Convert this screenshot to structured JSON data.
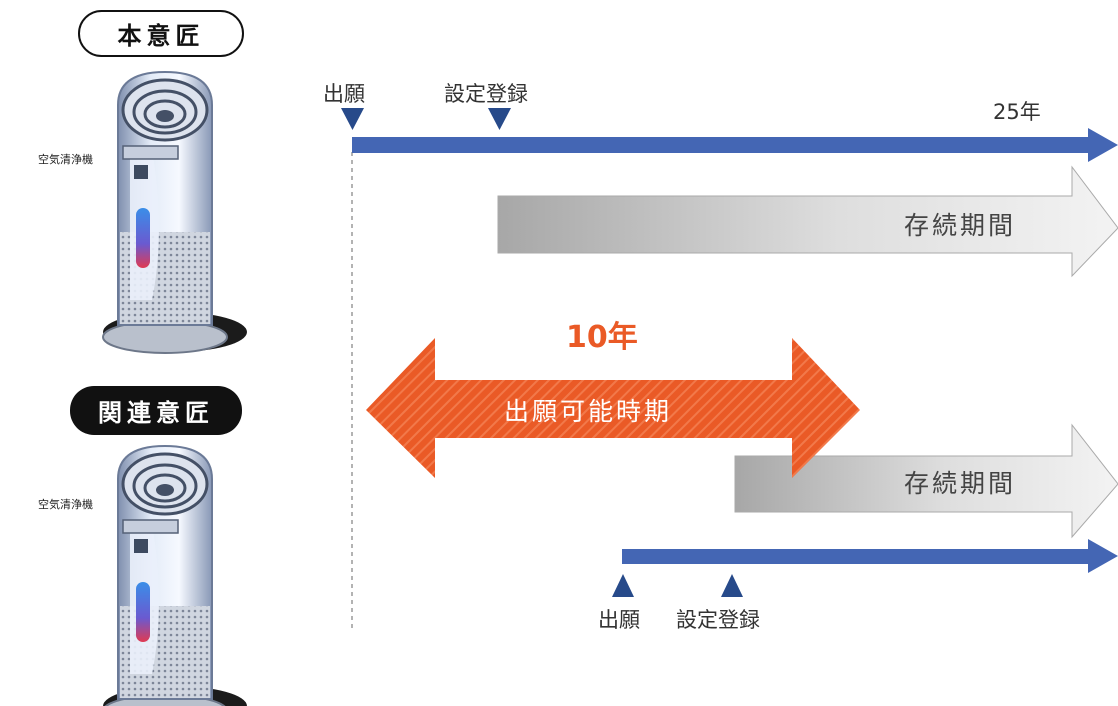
{
  "badges": {
    "main": "本意匠",
    "related": "関連意匠"
  },
  "products": {
    "main_label": "空気清浄機",
    "related_label": "空気清浄機"
  },
  "timeline_main": {
    "filing": "出願",
    "registration": "設定登録",
    "duration": "25年",
    "term": "存続期間"
  },
  "filing_window": {
    "years": "10年",
    "label": "出願可能時期"
  },
  "timeline_related": {
    "term": "存続期間",
    "filing": "出願",
    "registration": "設定登録"
  },
  "colors": {
    "timeline_blue": "#4466b4",
    "marker_navy": "#274a8a",
    "window_orange": "#ea5a26",
    "term_gray": "#b0b0b0"
  }
}
